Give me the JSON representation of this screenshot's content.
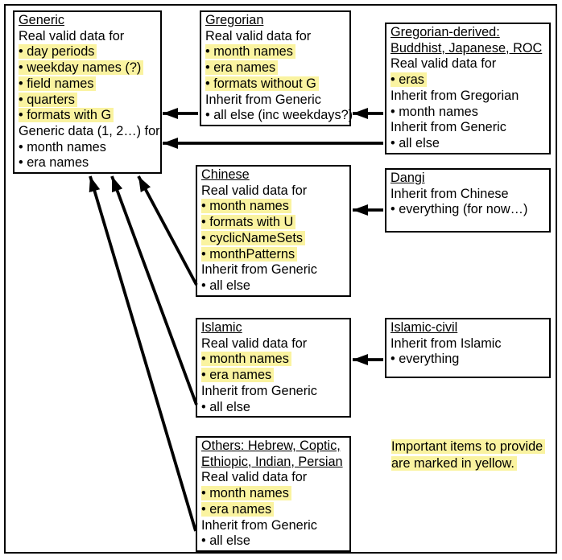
{
  "page": {
    "background": "#ffffff",
    "border_color": "#000000",
    "highlight_color": "#FAF3A0",
    "description": "Calendar data inheritance diagram"
  },
  "boxes": [
    {
      "id": "generic",
      "title_lines": [
        "Generic"
      ],
      "lines": [
        {
          "text": "Real valid data for",
          "highlight": false
        },
        {
          "text": "• day periods",
          "highlight": true
        },
        {
          "text": "• weekday names (?)",
          "highlight": true
        },
        {
          "text": "• field names",
          "highlight": true
        },
        {
          "text": "• quarters",
          "highlight": true
        },
        {
          "text": "• formats with G",
          "highlight": true
        },
        {
          "text": "Generic data (1, 2…) for",
          "highlight": false
        },
        {
          "text": "• month names",
          "highlight": false
        },
        {
          "text": "• era names",
          "highlight": false
        }
      ]
    },
    {
      "id": "gregorian",
      "title_lines": [
        "Gregorian"
      ],
      "lines": [
        {
          "text": "Real valid data for",
          "highlight": false
        },
        {
          "text": "• month names",
          "highlight": true
        },
        {
          "text": "• era names",
          "highlight": true
        },
        {
          "text": "• formats without G",
          "highlight": true
        },
        {
          "text": "Inherit from Generic",
          "highlight": false
        },
        {
          "text": "• all else (inc weekdays?)",
          "highlight": false
        }
      ]
    },
    {
      "id": "gregorian-derived",
      "title_lines": [
        "Gregorian-derived:",
        "Buddhist, Japanese, ROC"
      ],
      "lines": [
        {
          "text": "Real valid data for",
          "highlight": false
        },
        {
          "text": "• eras",
          "highlight": true
        },
        {
          "text": "Inherit from Gregorian",
          "highlight": false
        },
        {
          "text": "• month names",
          "highlight": false
        },
        {
          "text": "Inherit from Generic",
          "highlight": false
        },
        {
          "text": "• all else",
          "highlight": false
        }
      ]
    },
    {
      "id": "chinese",
      "title_lines": [
        "Chinese"
      ],
      "lines": [
        {
          "text": "Real valid data for",
          "highlight": false
        },
        {
          "text": "• month names",
          "highlight": true
        },
        {
          "text": "• formats with U",
          "highlight": true
        },
        {
          "text": "• cyclicNameSets",
          "highlight": true
        },
        {
          "text": "• monthPatterns",
          "highlight": true
        },
        {
          "text": "Inherit from Generic",
          "highlight": false
        },
        {
          "text": "• all else",
          "highlight": false
        }
      ]
    },
    {
      "id": "dangi",
      "title_lines": [
        "Dangi"
      ],
      "lines": [
        {
          "text": "Inherit from Chinese",
          "highlight": false
        },
        {
          "text": "• everything (for now…)",
          "highlight": false
        }
      ]
    },
    {
      "id": "islamic",
      "title_lines": [
        "Islamic"
      ],
      "lines": [
        {
          "text": "Real valid data for",
          "highlight": false
        },
        {
          "text": "• month names",
          "highlight": true
        },
        {
          "text": "• era names",
          "highlight": true
        },
        {
          "text": "Inherit from Generic",
          "highlight": false
        },
        {
          "text": "• all else",
          "highlight": false
        }
      ]
    },
    {
      "id": "islamic-civil",
      "title_lines": [
        "Islamic-civil"
      ],
      "lines": [
        {
          "text": "Inherit from Islamic",
          "highlight": false
        },
        {
          "text": "• everything",
          "highlight": false
        }
      ]
    },
    {
      "id": "others",
      "title_lines": [
        "Others: Hebrew, Coptic,",
        "Ethiopic, Indian, Persian"
      ],
      "lines": [
        {
          "text": "Real valid data for",
          "highlight": false
        },
        {
          "text": "• month names",
          "highlight": true
        },
        {
          "text": "• era names",
          "highlight": true
        },
        {
          "text": "Inherit from Generic",
          "highlight": false
        },
        {
          "text": "• all else",
          "highlight": false
        }
      ]
    }
  ],
  "note": {
    "lines": [
      "Important items to provide",
      "are marked in yellow."
    ]
  },
  "edges": [
    {
      "from": "Gregorian",
      "to": "Generic"
    },
    {
      "from": "Gregorian-derived",
      "to": "Gregorian"
    },
    {
      "from": "Gregorian-derived",
      "to": "Generic"
    },
    {
      "from": "Dangi",
      "to": "Chinese"
    },
    {
      "from": "Islamic-civil",
      "to": "Islamic"
    },
    {
      "from": "Chinese",
      "to": "Generic"
    },
    {
      "from": "Islamic",
      "to": "Generic"
    },
    {
      "from": "Others",
      "to": "Generic"
    }
  ]
}
